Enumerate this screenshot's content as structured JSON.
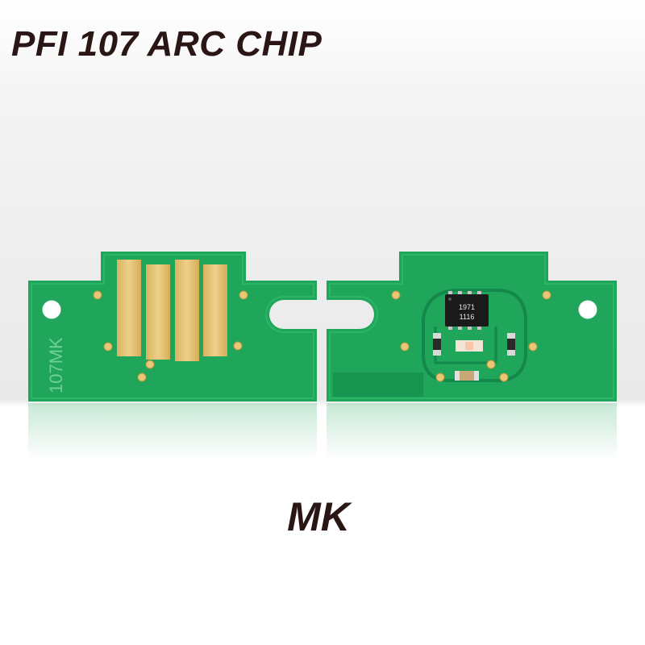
{
  "title": "PFI 107 ARC CHIP",
  "variant_label": "MK",
  "chip_front": {
    "silkscreen": "107MK"
  },
  "chip_back": {
    "ic_marking_line1": "1971",
    "ic_marking_line2": "1116"
  },
  "colors": {
    "pcb_green": "#1fa65a",
    "gold_contact": "#e3c071",
    "text_dark": "#2a1614"
  }
}
